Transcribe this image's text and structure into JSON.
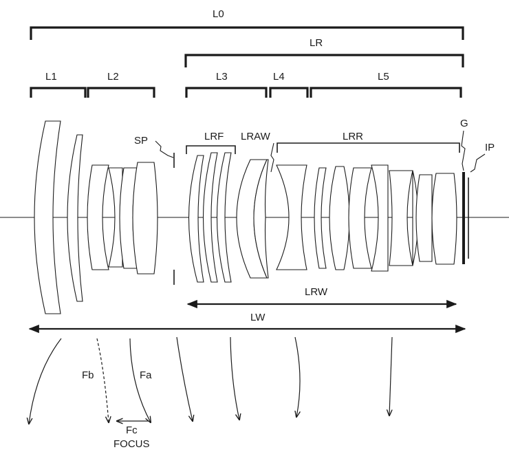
{
  "labels": {
    "L0": "L0",
    "LR": "LR",
    "L1": "L1",
    "L2": "L2",
    "L3": "L3",
    "L4": "L4",
    "L5": "L5",
    "SP": "SP",
    "LRF": "LRF",
    "LRAW": "LRAW",
    "LRR": "LRR",
    "G": "G",
    "IP": "IP",
    "LRW": "LRW",
    "LW": "LW",
    "Fb": "Fb",
    "Fa": "Fa",
    "Fc": "Fc",
    "FOCUS": "FOCUS"
  }
}
